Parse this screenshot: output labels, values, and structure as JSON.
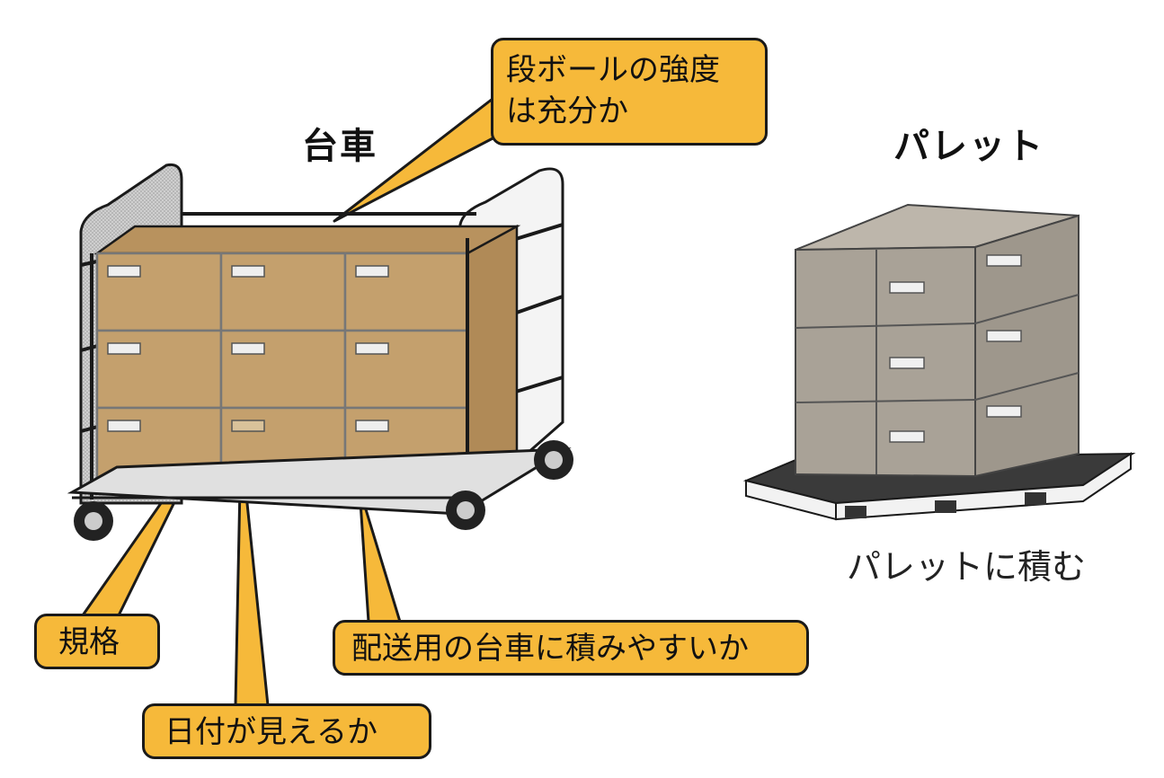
{
  "titles": {
    "cart": "台車",
    "pallet": "パレット"
  },
  "captions": {
    "pallet_stack": "パレットに積む"
  },
  "callouts": {
    "strength_line1": "段ボールの強度",
    "strength_line2": "は充分か",
    "standard": "規格",
    "date_visible": "日付が見えるか",
    "cart_fit": "配送用の台車に積みやすいか"
  },
  "colors": {
    "callout_fill": "#f6b93a",
    "cardboard": "#c4a06d",
    "pallet_box": "#a9a297"
  }
}
